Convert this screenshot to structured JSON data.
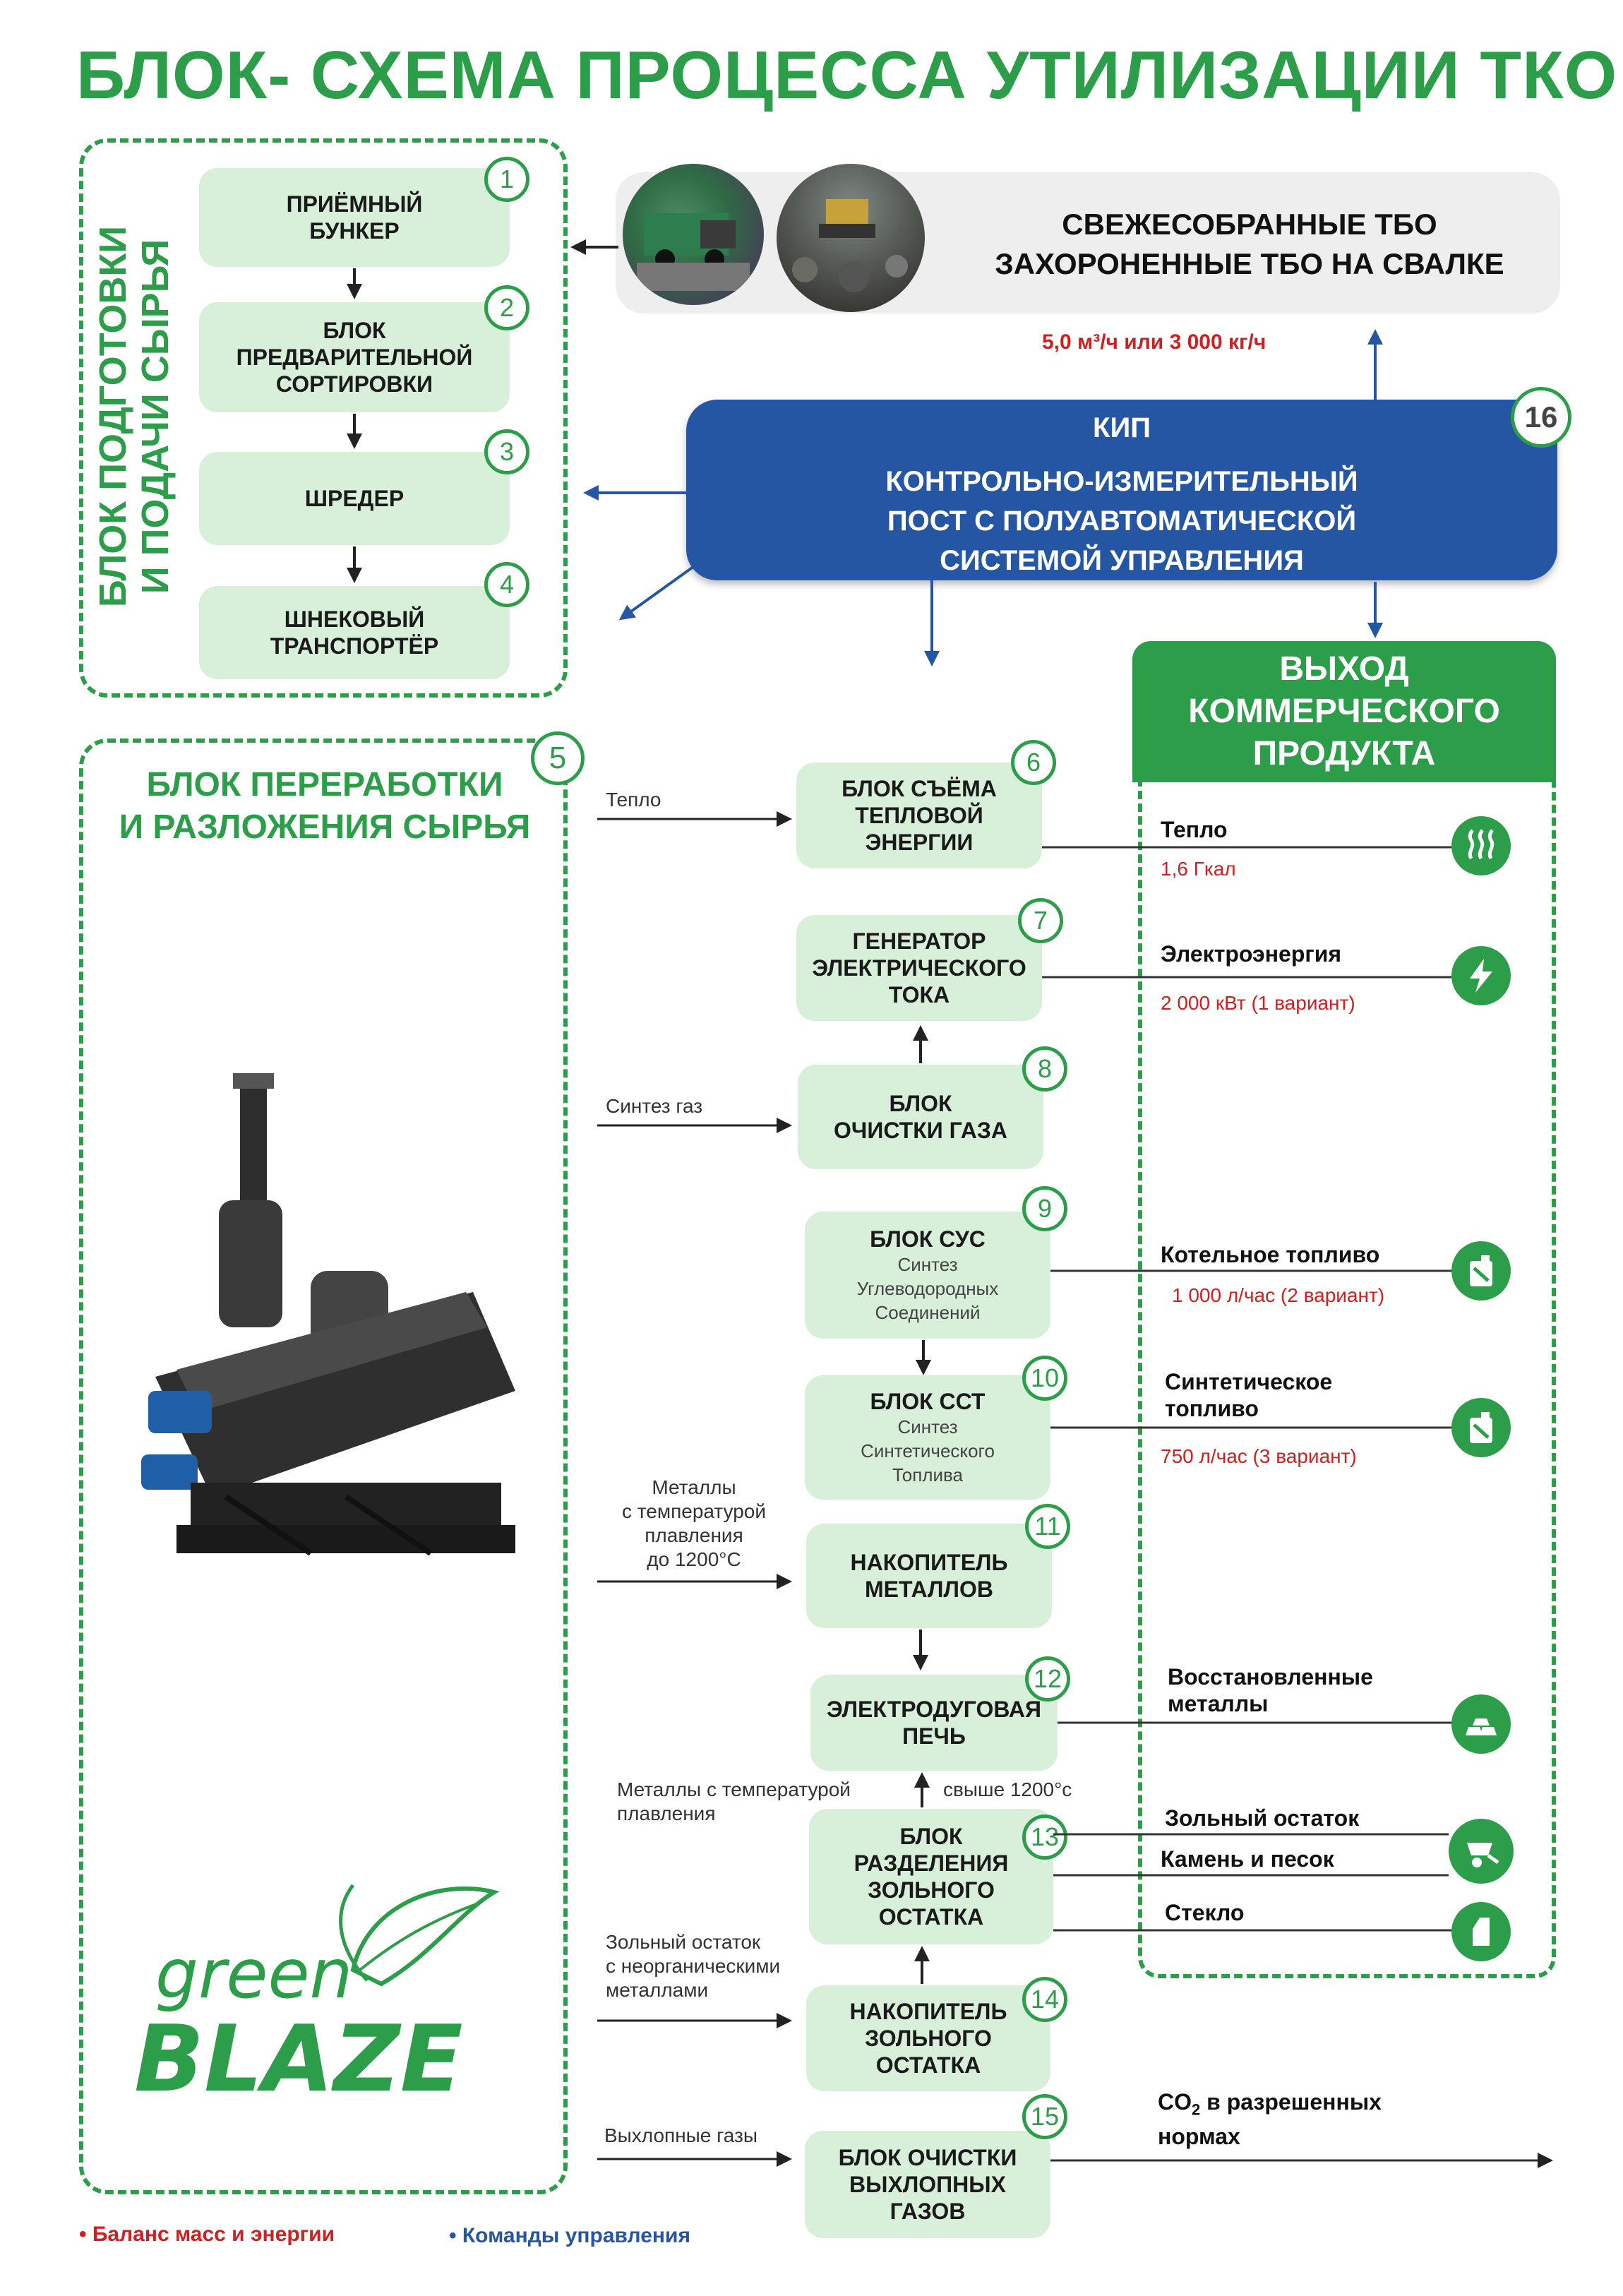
{
  "title": "БЛОК- СХЕМА ПРОЦЕССА УТИЛИЗАЦИИ ТКО",
  "prep_block": {
    "label_line1": "БЛОК ПОДГОТОВКИ",
    "label_line2": "И ПОДАЧИ СЫРЬЯ",
    "steps": [
      {
        "num": "1",
        "line1": "ПРИЁМНЫЙ",
        "line2": "БУНКЕР",
        "line3": ""
      },
      {
        "num": "2",
        "line1": "БЛОК",
        "line2": "ПРЕДВАРИТЕЛЬНОЙ",
        "line3": "СОРТИРОВКИ"
      },
      {
        "num": "3",
        "line1": "ШРЕДЕР",
        "line2": "",
        "line3": ""
      },
      {
        "num": "4",
        "line1": "ШНЕКОВЫЙ",
        "line2": "ТРАНСПОРТЁР",
        "line3": ""
      }
    ]
  },
  "source": {
    "line1": "СВЕЖЕСОБРАННЫЕ ТБО",
    "line2": "ЗАХОРОНЕННЫЕ ТБО НА СВАЛКЕ",
    "rate": "5,0 м³/ч  или 3 000 кг/ч"
  },
  "kip": {
    "num": "16",
    "title": "КИП",
    "line1": "КОНТРОЛЬНО-ИЗМЕРИТЕЛЬНЫЙ",
    "line2": "ПОСТ С ПОЛУАВТОМАТИЧЕСКОЙ",
    "line3": "СИСТЕМОЙ УПРАВЛЕНИЯ"
  },
  "processing_block": {
    "num": "5",
    "line1": "БЛОК ПЕРЕРАБОТКИ",
    "line2": "И РАЗЛОЖЕНИЯ СЫРЬЯ",
    "logo_top": "green",
    "logo_bottom": "BLAZE"
  },
  "output_block": {
    "line1": "ВЫХОД",
    "line2": "КОММЕРЧЕСКОГО",
    "line3": "ПРОДУКТА"
  },
  "blocks": [
    {
      "num": "6",
      "title1": "БЛОК СЪЁМА",
      "title2": "ТЕПЛОВОЙ",
      "title3": "ЭНЕРГИИ",
      "sub1": "",
      "sub2": "",
      "sub3": ""
    },
    {
      "num": "7",
      "title1": "ГЕНЕРАТОР",
      "title2": "ЭЛЕКТРИЧЕСКОГО",
      "title3": "ТОКА",
      "sub1": "",
      "sub2": "",
      "sub3": ""
    },
    {
      "num": "8",
      "title1": "БЛОК",
      "title2": "ОЧИСТКИ ГАЗА",
      "title3": "",
      "sub1": "",
      "sub2": "",
      "sub3": ""
    },
    {
      "num": "9",
      "title1": "БЛОК СУС",
      "title2": "",
      "title3": "",
      "sub1": "Синтез",
      "sub2": "Углеводородных",
      "sub3": "Соединений"
    },
    {
      "num": "10",
      "title1": "БЛОК ССТ",
      "title2": "",
      "title3": "",
      "sub1": "Синтез",
      "sub2": "Синтетического",
      "sub3": "Топлива"
    },
    {
      "num": "11",
      "title1": "НАКОПИТЕЛЬ",
      "title2": "МЕТАЛЛОВ",
      "title3": "",
      "sub1": "",
      "sub2": "",
      "sub3": ""
    },
    {
      "num": "12",
      "title1": "ЭЛЕКТРОДУГОВАЯ",
      "title2": "ПЕЧЬ",
      "title3": "",
      "sub1": "",
      "sub2": "",
      "sub3": ""
    },
    {
      "num": "13",
      "title1": "БЛОК",
      "title2": "РАЗДЕЛЕНИЯ",
      "title3": "ЗОЛЬНОГО",
      "title4": "ОСТАТКА"
    },
    {
      "num": "14",
      "title1": "НАКОПИТЕЛЬ",
      "title2": "ЗОЛЬНОГО",
      "title3": "ОСТАТКА"
    },
    {
      "num": "15",
      "title1": "БЛОК ОЧИСТКИ",
      "title2": "ВЫХЛОПНЫХ",
      "title3": "ГАЗОВ"
    }
  ],
  "inputs": {
    "heat": "Тепло",
    "syngas": "Синтез газ",
    "metals1": "Металлы",
    "metals2": "с температурой",
    "metals3": "плавления",
    "metals4": "до 1200°С",
    "metals_high1": "Металлы с температурой",
    "metals_high2": "плавления",
    "metals_high3": "свыше 1200°с",
    "ash1": "Зольный остаток",
    "ash2": "с неорганическими",
    "ash3": "металлами",
    "exhaust": "Выхлопные газы"
  },
  "outputs": [
    {
      "title": "Тепло",
      "value": "1,6 Гкал",
      "icon": "heat-icon"
    },
    {
      "title": "Электроэнергия",
      "value": "2 000 кВт (1 вариант)",
      "icon": "lightning-icon"
    },
    {
      "title": "Котельное топливо",
      "value": "1 000 л/час (2 вариант)",
      "icon": "fuel-canister-icon"
    },
    {
      "title1": "Синтетическое",
      "title2": "топливо",
      "value": "750 л/час (3 вариант)",
      "icon": "fuel-canister-icon"
    },
    {
      "title1": "Восстановленные",
      "title2": "металлы",
      "icon": "metal-ingots-icon"
    },
    {
      "title": "Зольный остаток",
      "icon": "wheelbarrow-icon"
    },
    {
      "title": "Камень и песок"
    },
    {
      "title": "Стекло",
      "icon": "glass-icon"
    },
    {
      "title1": "CO",
      "sub": "2",
      "title2": " в разрешенных",
      "title3": "нормах"
    }
  ],
  "legend": {
    "balance": "Баланс масс и энергии",
    "commands": "Команды управления",
    "balance_color": "#d11f1f",
    "commands_color": "#2456a4"
  },
  "colors": {
    "green": "#2c9e4a",
    "light_green": "#d8efd9",
    "blue": "#2456a4",
    "red": "#d11f1f"
  }
}
